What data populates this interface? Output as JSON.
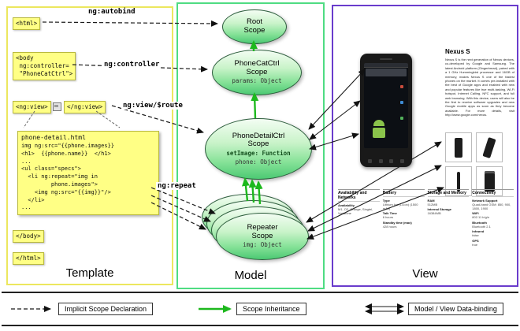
{
  "template": {
    "title": "Template",
    "labels": {
      "autobind": "ng:autobind",
      "controller": "ng:controller",
      "view_route": "ng:view/$route",
      "repeat": "ng:repeat"
    },
    "tags": {
      "html_open": "<html>",
      "body_open": "<body\n ng:controller=\n \"PhoneCatCtrl\">",
      "view_open": "<ng:view>",
      "view_close": "</ng:view>",
      "body_close": "</body>",
      "html_close": "</html>"
    },
    "code": {
      "filename": "phone-detail.html",
      "lines": [
        "img ng:src=\"{{phone.images}}",
        "<h1>  {{phone.name}}  </h1>",
        "...",
        "<ul class=\"specs\">",
        "  <li ng:repeat=\"img in",
        "         phone.images\">",
        "    <img ng:src=\"{{img}}\"/>",
        "  </li>",
        "..."
      ]
    }
  },
  "model": {
    "title": "Model",
    "scopes": {
      "root": {
        "name": "Root",
        "type": "Scope"
      },
      "phonecat": {
        "name": "PhoneCatCtrl",
        "type": "Scope",
        "props": [
          "params: Object"
        ]
      },
      "phonedetail": {
        "name": "PhoneDetailCtrl",
        "type": "Scope",
        "props": [
          "setImage: Function",
          "phone: Object"
        ]
      },
      "repeater": {
        "name": "Repeater",
        "type": "Scope",
        "props": [
          "img: Object"
        ]
      }
    }
  },
  "view": {
    "title": "View",
    "phone": {
      "name": "Nexus S",
      "description": "Nexus S is the next generation of Nexus devices, co-developed by Google and Samsung. The latest Android platform (Gingerbread), paired with a 1 GHz Hummingbird processor and 16GB of memory, makes Nexus S one of the fastest phones on the market. It comes pre-installed with the best of Google apps and enabled with new and popular features like true multi-tasking, Wi-Fi hotspot, Internet Calling, NFC support, and full web browsing. With this device, users will also be the first to receive software upgrades and new Google mobile apps as soon as they become available. For more details, visit http://www.google.com/nexus."
    },
    "specs": [
      {
        "header": "Availability and Networks",
        "rows": [
          [
            "Availability",
            "M1, O2, Orange, Singtel, Vodafone"
          ]
        ]
      },
      {
        "header": "Battery",
        "rows": [
          [
            "Type",
            "Lithium Ion (Li-Ion) (1500 mAh)"
          ],
          [
            "Talk Time",
            "6 hours"
          ],
          [
            "Standby time (max)",
            "428 hours"
          ]
        ]
      },
      {
        "header": "Storage and Memory",
        "rows": [
          [
            "RAM",
            "512MB"
          ],
          [
            "Internal Storage",
            "16384MB"
          ]
        ]
      },
      {
        "header": "Connectivity",
        "rows": [
          [
            "Network Support",
            "Quad-band GSM: 850, 900, 1800, 1900"
          ],
          [
            "WiFi",
            "802.11 b/g/n"
          ],
          [
            "Bluetooth",
            "Bluetooth 2.1"
          ],
          [
            "Infrared",
            "false"
          ],
          [
            "GPS",
            "true"
          ]
        ]
      }
    ]
  },
  "legend": {
    "items": [
      {
        "label": "Implicit Scope Declaration"
      },
      {
        "label": "Scope Inheritance"
      },
      {
        "label": "Model / View Data-binding"
      }
    ]
  }
}
